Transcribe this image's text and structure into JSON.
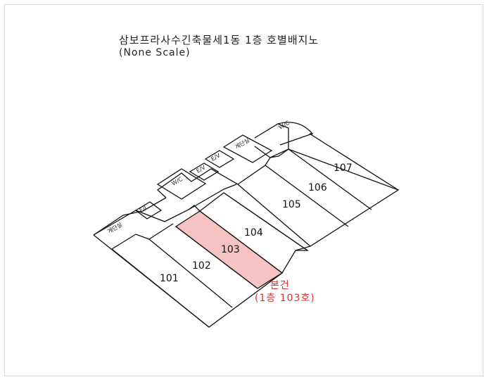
{
  "title": "삼보프라사수긴축물세1동 1층 호별배지노",
  "subtitle": "(None Scale)",
  "highlight_color": "#f7c2c2",
  "callout_color": "#d93636",
  "units": {
    "u101": "101",
    "u102": "102",
    "u103": "103",
    "u104": "104",
    "u105": "105",
    "u106": "106",
    "u107": "107"
  },
  "rooms": {
    "wc_top": "W/C",
    "stairs_top": "계단실",
    "ev_upper": "E/V",
    "ev_lower": "E/V",
    "wc_left": "W/C",
    "stairs_left": "계단실",
    "small_room": "E/L"
  },
  "callout": {
    "line1": "본건",
    "line2": "(1층 103호)"
  }
}
